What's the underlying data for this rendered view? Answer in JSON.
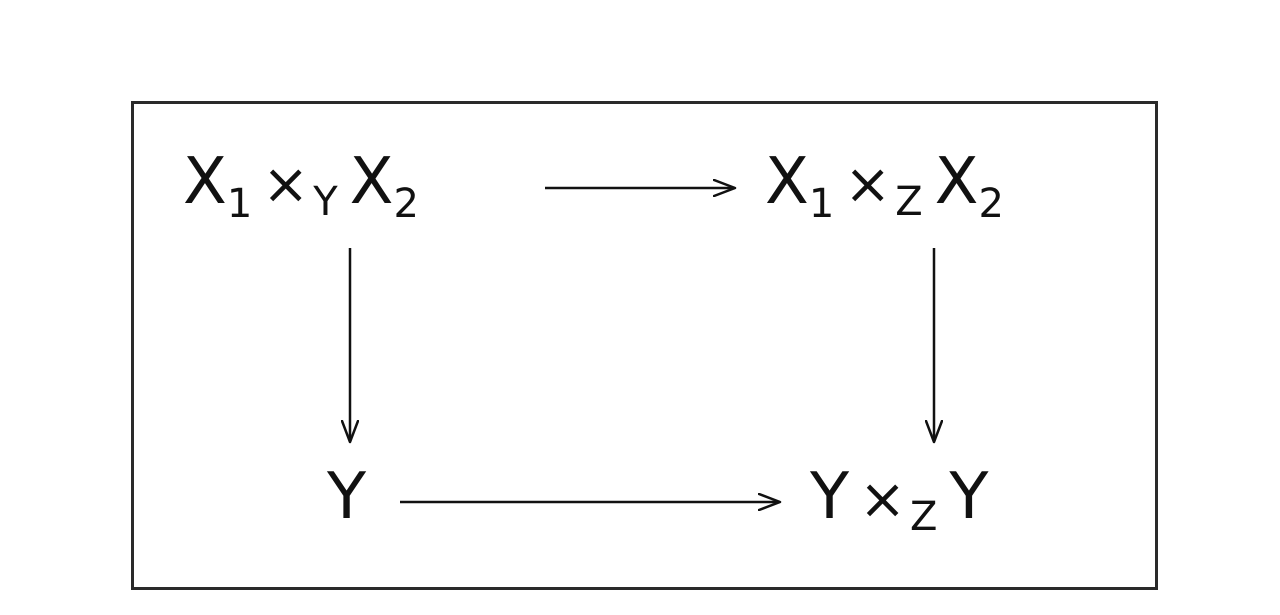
{
  "diagram": {
    "top_left": {
      "left_var": "X",
      "left_sub": "1",
      "op": "×",
      "index": "Y",
      "right_var": "X",
      "right_sub": "2"
    },
    "top_right": {
      "left_var": "X",
      "left_sub": "1",
      "op": "×",
      "index": "Z",
      "right_var": "X",
      "right_sub": "2"
    },
    "bottom_left": {
      "var": "Y"
    },
    "bottom_right": {
      "left_var": "Y",
      "op": "×",
      "index": "Z",
      "right_var": "Y"
    },
    "colors": {
      "ink": "#111111",
      "border": "#2a2a2a"
    }
  }
}
